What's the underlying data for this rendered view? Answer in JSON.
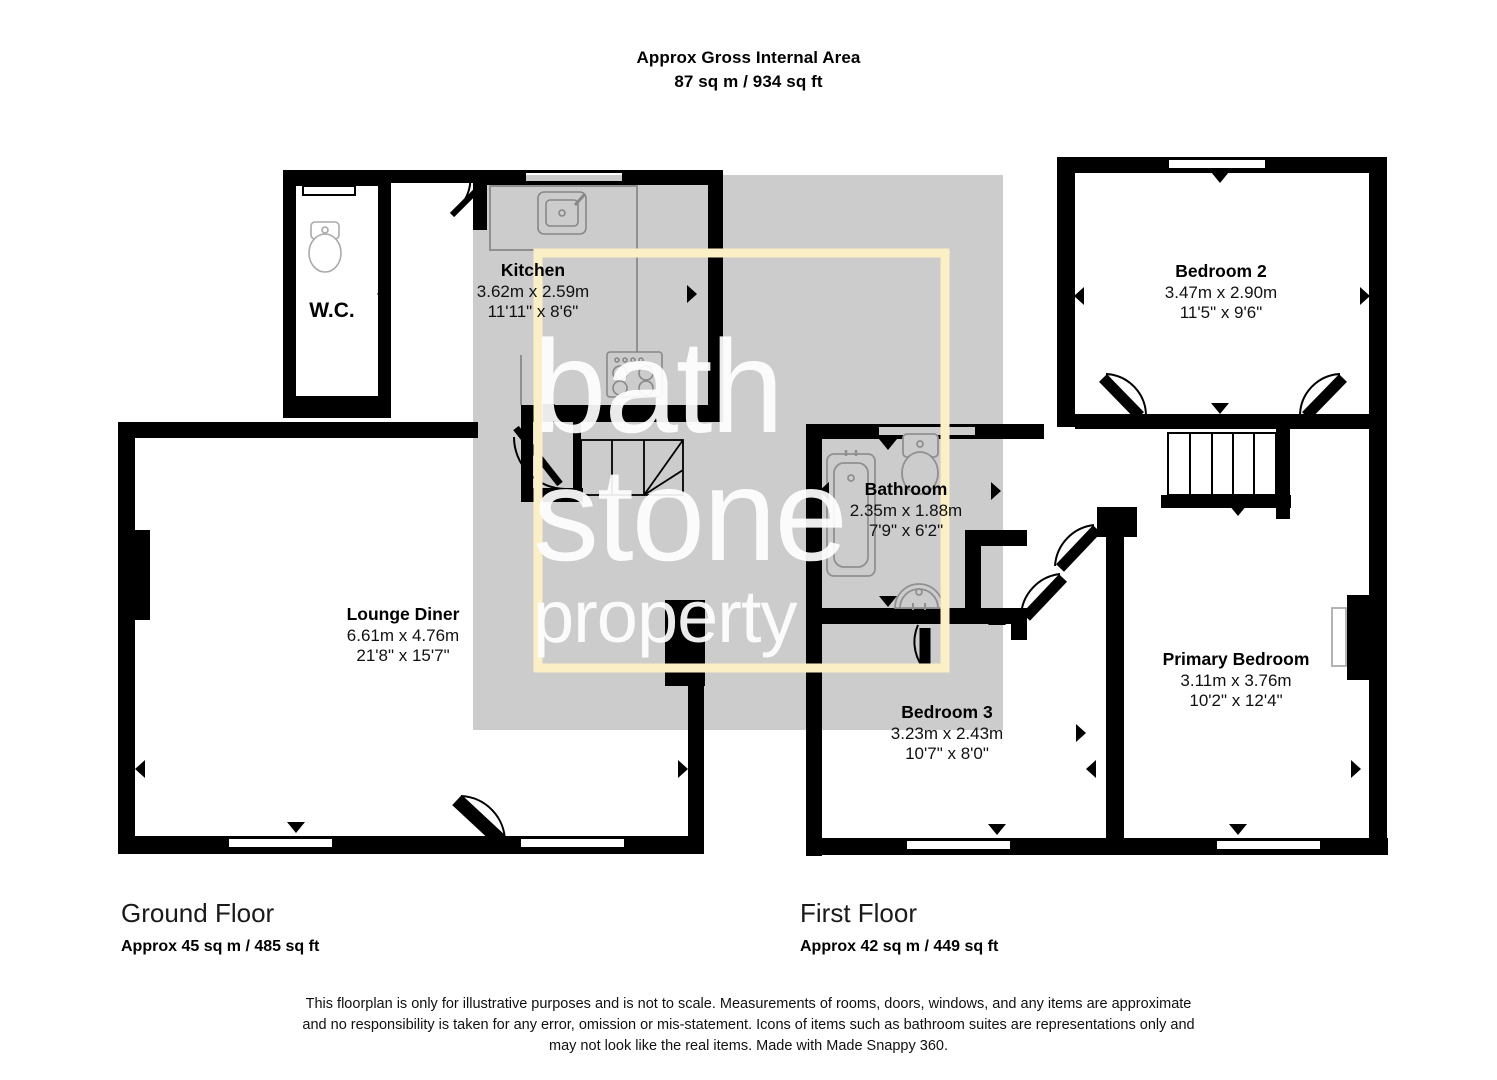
{
  "header": {
    "line1": "Approx Gross Internal Area",
    "line2": "87 sq m / 934 sq ft"
  },
  "watermark": {
    "line1": "bath",
    "line2": "stone",
    "line3": "property",
    "color": "#ffffff"
  },
  "floors": [
    {
      "id": "ground",
      "title": "Ground Floor",
      "subtitle": "Approx 45 sq m / 485 sq ft"
    },
    {
      "id": "first",
      "title": "First Floor",
      "subtitle": "Approx 42 sq m / 449 sq ft"
    }
  ],
  "rooms": [
    {
      "id": "wc",
      "floor": "ground",
      "name": "W.C.",
      "metric": "",
      "imperial": ""
    },
    {
      "id": "kitchen",
      "floor": "ground",
      "name": "Kitchen",
      "metric": "3.62m x 2.59m",
      "imperial": "11'11\" x 8'6\""
    },
    {
      "id": "lounge-diner",
      "floor": "ground",
      "name": "Lounge Diner",
      "metric": "6.61m x 4.76m",
      "imperial": "21'8\" x 15'7\""
    },
    {
      "id": "bedroom-2",
      "floor": "first",
      "name": "Bedroom 2",
      "metric": "3.47m x 2.90m",
      "imperial": "11'5\" x 9'6\""
    },
    {
      "id": "bathroom",
      "floor": "first",
      "name": "Bathroom",
      "metric": "2.35m x 1.88m",
      "imperial": "7'9\" x 6'2\""
    },
    {
      "id": "bedroom-3",
      "floor": "first",
      "name": "Bedroom 3",
      "metric": "3.23m x 2.43m",
      "imperial": "10'7\" x 8'0\""
    },
    {
      "id": "primary-bedroom",
      "floor": "first",
      "name": "Primary Bedroom",
      "metric": "3.11m x 3.76m",
      "imperial": "10'2\" x 12'4\""
    }
  ],
  "disclaimer": {
    "line1": "This floorplan is only for illustrative purposes and is not to scale. Measurements of rooms, doors, windows, and any items are approximate",
    "line2": "and no responsibility is taken for any error, omission or mis-statement. Icons of items such as bathroom suites are representations only and",
    "line3": "may not look like the real items. Made with Made Snappy 360."
  },
  "colors": {
    "wall": "#000000",
    "background": "#ffffff",
    "overlay_gray": "#cbcbcb",
    "highlight_yellow": "#fcf0c8",
    "fixture_outline": "#b4b4b4"
  },
  "fixtures": [
    {
      "name": "toilet",
      "room": "wc"
    },
    {
      "name": "sink",
      "room": "kitchen"
    },
    {
      "name": "hob",
      "room": "kitchen"
    },
    {
      "name": "counter",
      "room": "kitchen"
    },
    {
      "name": "staircase",
      "room": "ground-hall"
    },
    {
      "name": "bathtub",
      "room": "bathroom"
    },
    {
      "name": "toilet",
      "room": "bathroom"
    },
    {
      "name": "basin",
      "room": "bathroom"
    },
    {
      "name": "staircase",
      "room": "first-landing"
    }
  ]
}
